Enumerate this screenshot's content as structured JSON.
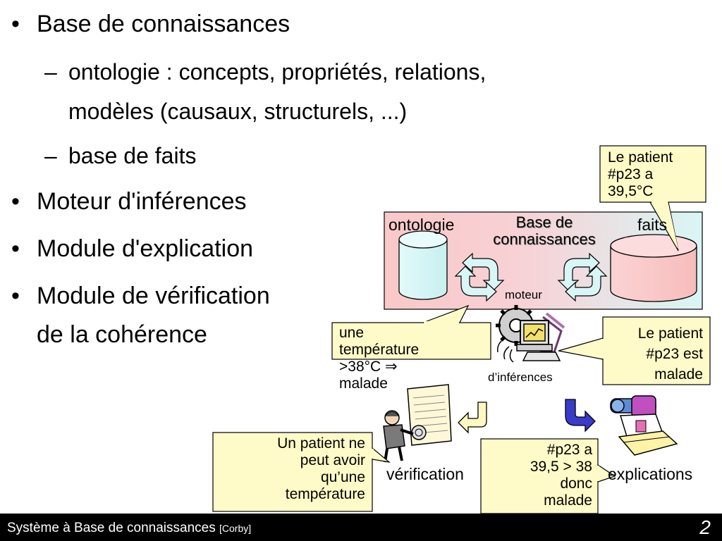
{
  "bullets": {
    "b1": "Base de connaissances",
    "b1_sub1_line1": "ontologie : concepts, propriétés, relations,",
    "b1_sub1_line2": "modèles (causaux, structurels, ...)",
    "b1_sub2": "base de faits",
    "b2": "Moteur d'inférences",
    "b3": "Module d'explication",
    "b4_line1": "Module de vérification",
    "b4_line2": "de la cohérence",
    "bullet_char": "•",
    "dash_char": "–"
  },
  "diagram": {
    "kb_label_line1": "Base de",
    "kb_label_line2": "connaissances",
    "ontology_label": "ontologie",
    "facts_label": "faits",
    "engine_label_top": "moteur",
    "engine_label_bottom": "d’inférences",
    "verification_label": "vérification",
    "explanations_label": "explications",
    "callout_fact": [
      "Le patient",
      "#p23 a",
      "39,5°C"
    ],
    "callout_rule": [
      "une",
      "température",
      ">38°C ⇒",
      "malade"
    ],
    "callout_conclusion": [
      "Le patient",
      "#p23 est",
      "malade"
    ],
    "callout_constraint": [
      "Un patient ne",
      "peut avoir",
      "qu’une",
      "température"
    ],
    "callout_explanation": [
      "#p23 a",
      "39,5 > 38",
      "donc",
      "malade"
    ],
    "colors": {
      "kb_box_left": "#f9c8c8",
      "kb_box_right": "#d8f6f6",
      "callout_fill": "#fffbc8",
      "cylinder_left": "#d8f6f6",
      "cylinder_right": "#f9c8c8",
      "arrow_fill": "#d8f6f6",
      "arrow_blue": "#3a3acb"
    }
  },
  "footer": {
    "title": "Système à Base de connaissances",
    "citation": "[Corby]",
    "page": "2"
  }
}
